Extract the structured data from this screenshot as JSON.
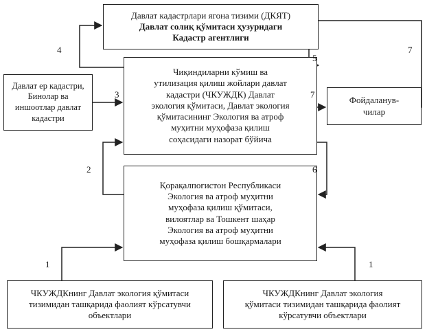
{
  "nodes": {
    "top": {
      "lines": [
        "Давлат кадастрлари ягона тизими (ДКЯТ)",
        "Давлат солиқ қўмитаси ҳузуридаги",
        "Кадастр агентлиги"
      ]
    },
    "center": {
      "lines": [
        "Чиқиндиларни кўмиш ва",
        "утилизация қилиш жойлари давлат",
        "кадастри (ЧКУЖДК) Давлат",
        "экология қўмитаси, Давлат экология",
        "қўмитасининг Экология ва атроф",
        "муҳитни муҳофаза қилиш",
        "соҳасидаги назорат бўйича"
      ]
    },
    "left": {
      "lines": [
        "Давлат ер кадастри,",
        "Бинолар ва",
        "иншоотлар давлат",
        "кадастри"
      ]
    },
    "right": {
      "lines": [
        "Фойдаланув-",
        "чилар"
      ]
    },
    "middle": {
      "lines": [
        "Қорақалпоғистон Республикаси",
        "Экология ва атроф муҳитни",
        "муҳофаза қилиш қўмитаси,",
        "вилоятлар ва Тошкент шаҳар",
        "Экология ва атроф муҳитни",
        "муҳофаза қилиш бошқармалари"
      ]
    },
    "bottom_left": {
      "lines": [
        "ЧКУЖДКнинг Давлат экология қўмитаси",
        "тизимидан ташқарида фаолият кўрсатувчи",
        "объектлари"
      ]
    },
    "bottom_right": {
      "lines": [
        "ЧКУЖДКнинг Давлат экология",
        "қўмитаси тизимидан ташқарида фаолият",
        "кўрсатувчи объектлари"
      ]
    }
  },
  "edge_labels": {
    "e1_left": "1",
    "e1_right": "1",
    "e2": "2",
    "e3": "3",
    "e4": "4",
    "e5": "5",
    "e6": "6",
    "e7_center": "7",
    "e7_top": "7"
  }
}
